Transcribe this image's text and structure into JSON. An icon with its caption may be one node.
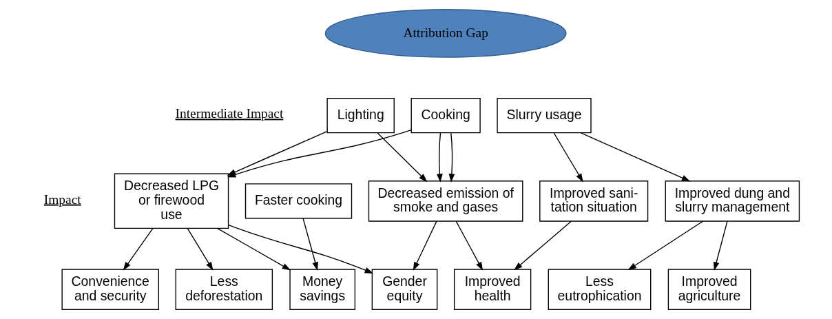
{
  "diagram": {
    "nodes": [
      {
        "text": [
          "Attribution Gap"
        ]
      },
      {
        "text": [
          "Lighting"
        ]
      },
      {
        "text": [
          "Cooking"
        ]
      },
      {
        "text": [
          "Slurry usage"
        ]
      },
      {
        "text": [
          "Decreased LPG or firewood use"
        ]
      },
      {
        "text": [
          "Faster cooking"
        ]
      },
      {
        "text": [
          "Decreased emission of smoke and gases"
        ]
      },
      {
        "text": [
          "Improved sani- tation situation"
        ]
      },
      {
        "text": [
          "Improved dung and slurry management"
        ]
      },
      {
        "text": [
          "Convenience and security"
        ]
      },
      {
        "text": [
          "Less deforestation"
        ]
      },
      {
        "text": [
          "Money savings"
        ]
      },
      {
        "text": [
          "Gender equity"
        ]
      },
      {
        "text": [
          "Improved health"
        ]
      },
      {
        "text": [
          "Less eutrophication"
        ]
      },
      {
        "text": [
          "Improved agriculture"
        ]
      }
    ],
    "edges": [
      {
        "from": 1,
        "to": 4,
        "arrow": "to"
      },
      {
        "from": 2,
        "to": 4,
        "arrow": "to"
      },
      {
        "from": 1,
        "to": 6,
        "arrow": "to"
      },
      {
        "from": 2,
        "to": 6,
        "arrow": "to"
      },
      {
        "from": 2,
        "to": 6,
        "arrow": "to"
      },
      {
        "from": 3,
        "to": 7,
        "arrow": "to"
      },
      {
        "from": 3,
        "to": 8,
        "arrow": "to"
      },
      {
        "from": 4,
        "to": 9,
        "arrow": "to"
      },
      {
        "from": 4,
        "to": 10,
        "arrow": "to"
      },
      {
        "from": 4,
        "to": 11,
        "arrow": "to"
      },
      {
        "from": 4,
        "to": 12,
        "arrow": "to"
      },
      {
        "from": 5,
        "to": 11,
        "arrow": "to"
      },
      {
        "from": 6,
        "to": 12,
        "arrow": "to"
      },
      {
        "from": 6,
        "to": 13,
        "arrow": "to"
      },
      {
        "from": 7,
        "to": 13,
        "arrow": "to"
      },
      {
        "from": 8,
        "to": 14,
        "arrow": "to"
      },
      {
        "from": 8,
        "to": 15,
        "arrow": "to"
      }
    ],
    "labels": [
      "Intermediate Impact",
      "Impact"
    ]
  }
}
